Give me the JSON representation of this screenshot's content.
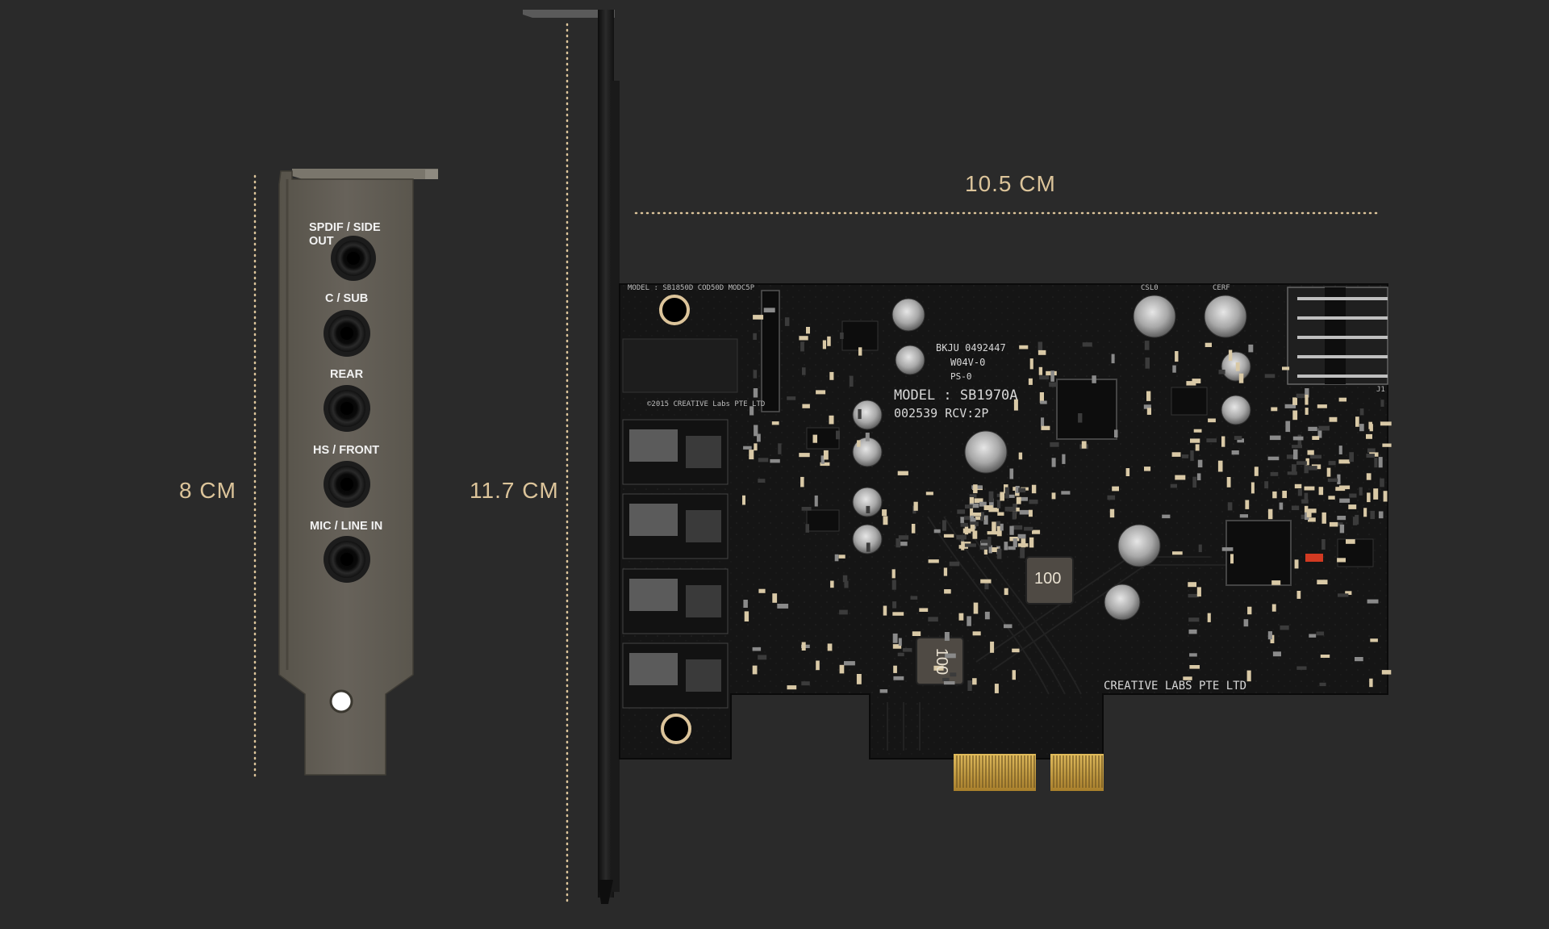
{
  "dimensions": {
    "bracket_height": "8 CM",
    "card_height": "11.7 CM",
    "card_width": "10.5 CM"
  },
  "bracket_ports": [
    {
      "label": "SPDIF / SIDE\nOUT"
    },
    {
      "label": "C / SUB"
    },
    {
      "label": "REAR"
    },
    {
      "label": "HS / FRONT"
    },
    {
      "label": "MIC / LINE IN"
    }
  ],
  "pcb": {
    "model_line": "MODEL : SB1970A",
    "serial_line": "002539  RCV:2P",
    "maker_line": "CREATIVE LABS PTE LTD",
    "top_silk": "MODEL : SB1850D  COD50D  MODC5P",
    "copyright_silk": "©2015 CREATIVE Labs PTE LTD",
    "cert_line_1": "BKJU 0492447",
    "cert_line_2": "W04V-0",
    "cert_line_3": "PS-0",
    "inductor_marks": [
      "100",
      "100"
    ],
    "cap_labels": [
      "CSL0",
      "CERF",
      "J1"
    ]
  },
  "colors": {
    "background": "#2a2a2a",
    "accent_dim": "#dcc49a",
    "pcb": "#141414",
    "bracket": "#625d50",
    "gold": "#c9a24a"
  }
}
